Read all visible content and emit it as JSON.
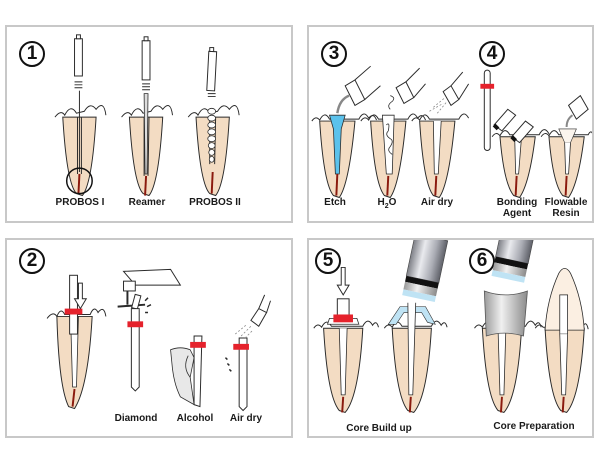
{
  "panels": [
    {
      "id": "probos",
      "steps": [
        "1"
      ],
      "labels": [
        "PROBOS I",
        "Reamer",
        "PROBOS II"
      ]
    },
    {
      "id": "etch-bond",
      "steps": [
        "3",
        "4"
      ],
      "labels": [
        "Etch",
        "H",
        "2",
        "O",
        "Air dry",
        "Bonding",
        "Agent",
        "Flowable",
        "Resin"
      ]
    },
    {
      "id": "post-prep",
      "steps": [
        "2"
      ],
      "labels": [
        "Diamond",
        "Alcohol",
        "Air dry"
      ]
    },
    {
      "id": "core",
      "steps": [
        "5",
        "6"
      ],
      "labels": [
        "Core Build up",
        "Core Preparation"
      ]
    }
  ],
  "colors": {
    "tooth": "#f3dcc3",
    "outline": "#2a2a2a",
    "canal_fill": "#8b1a0e",
    "etch_blue": "#5bc2ec",
    "marker_red": "#e5222c",
    "light_blue": "#bfe3f4",
    "panel_border": "#c8c8c8"
  }
}
